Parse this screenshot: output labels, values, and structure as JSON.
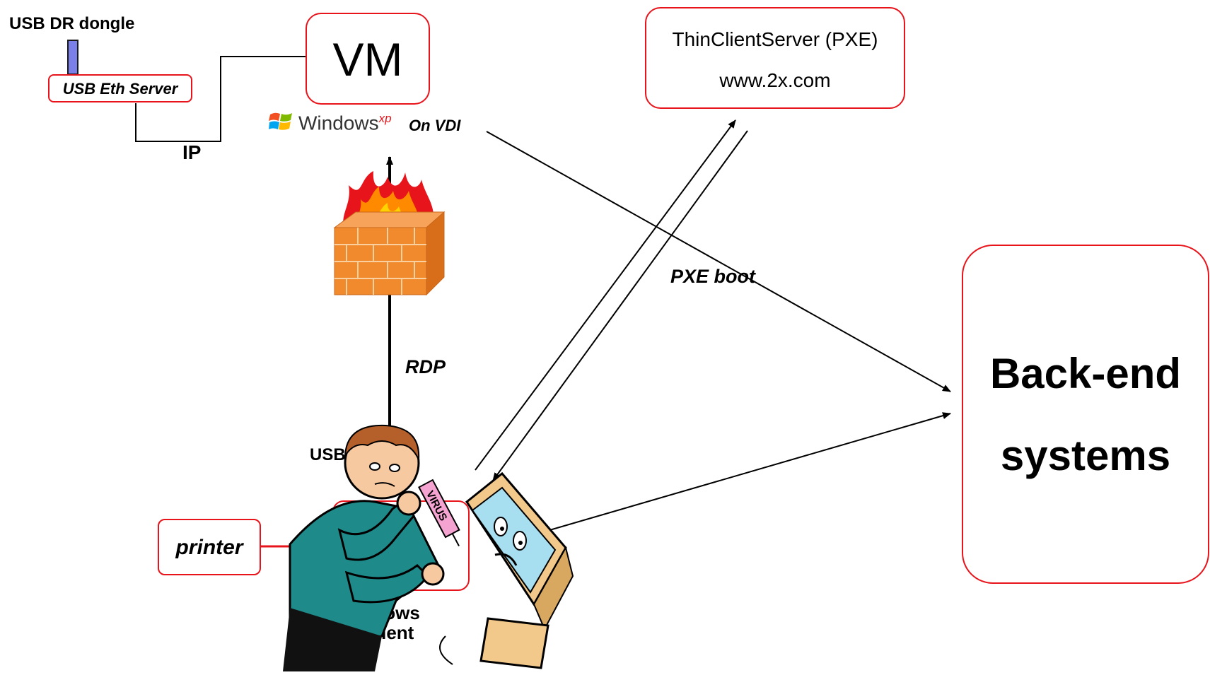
{
  "usb_dr_dongle": "USB DR dongle",
  "usb_eth_server": "USB Eth Server",
  "ip_label": "IP",
  "vm_label": "VM",
  "windows_word": "Windows",
  "windows_xp_sup": "xp",
  "on_vdi": "On VDI",
  "thin_client_server": "ThinClientServer (PXE)",
  "thin_client_url": "www.2x.com",
  "pxe_boot": "PXE boot",
  "rdp": "RDP",
  "backend_line1": "Back-end",
  "backend_line2": "systems",
  "usb_dongle_partial": "USB do",
  "printer": "printer",
  "virus_label": "VIRUS",
  "windows_bottom_partial": "Windows",
  "thin_client_partial": "n Client",
  "colors": {
    "box_border": "#e8141b",
    "dongle_fill": "#7b7fe8"
  }
}
